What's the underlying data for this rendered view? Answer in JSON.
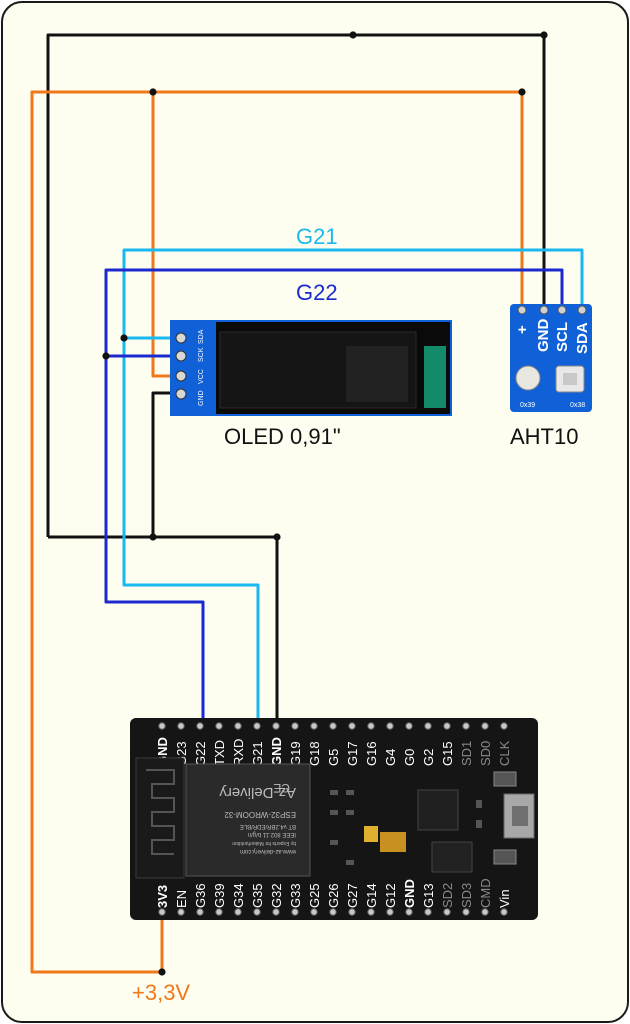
{
  "colors": {
    "board_bg": "#fdfdf0",
    "border": "#1a1a1a",
    "wire_gnd": "#111111",
    "wire_vcc": "#f07818",
    "wire_g21": "#1ab8f0",
    "wire_g22": "#1a2ad0",
    "pcb_blue": "#1060d8",
    "pcb_black": "#151515",
    "pin_label": "#ffffff",
    "pin_label_dim": "#8a8a8a"
  },
  "signals": {
    "g21": "G21",
    "g22": "G22",
    "supply": "+3,3V"
  },
  "oled": {
    "name": "OLED 0,91\"",
    "pins": [
      "GND",
      "VCC",
      "SCK",
      "SDA"
    ]
  },
  "sensor": {
    "name": "AHT10",
    "pins": [
      "+",
      "GND",
      "SCL",
      "SDA"
    ],
    "addr_left": "0x39",
    "addr_right": "0x38"
  },
  "esp32": {
    "top_pins": [
      "GND",
      "G23",
      "G22",
      "TXD",
      "RXD",
      "G21",
      "GND",
      "G19",
      "G18",
      "G5",
      "G17",
      "G16",
      "G4",
      "G0",
      "G2",
      "G15",
      "SD1",
      "SD0",
      "CLK"
    ],
    "bottom_pins": [
      "3V3",
      "EN",
      "G36",
      "G39",
      "G34",
      "G35",
      "G32",
      "G33",
      "G25",
      "G26",
      "G27",
      "G14",
      "G12",
      "GND",
      "G13",
      "SD2",
      "SD3",
      "CMD",
      "Vin"
    ],
    "dim_top": [
      "SD1",
      "SD0",
      "CLK"
    ],
    "dim_bottom": [
      "SD2",
      "SD3",
      "CMD"
    ],
    "module_brand": "Az-Delivery",
    "module_model": "ESP32-WROOM-32",
    "module_url": "www.az-delivery.com",
    "module_tag": "by Experts for Makerfunktion",
    "module_ieee": "IEEE 802.11 b/g/n",
    "module_bt": "BT v4.2BR/EDR/BLE"
  }
}
